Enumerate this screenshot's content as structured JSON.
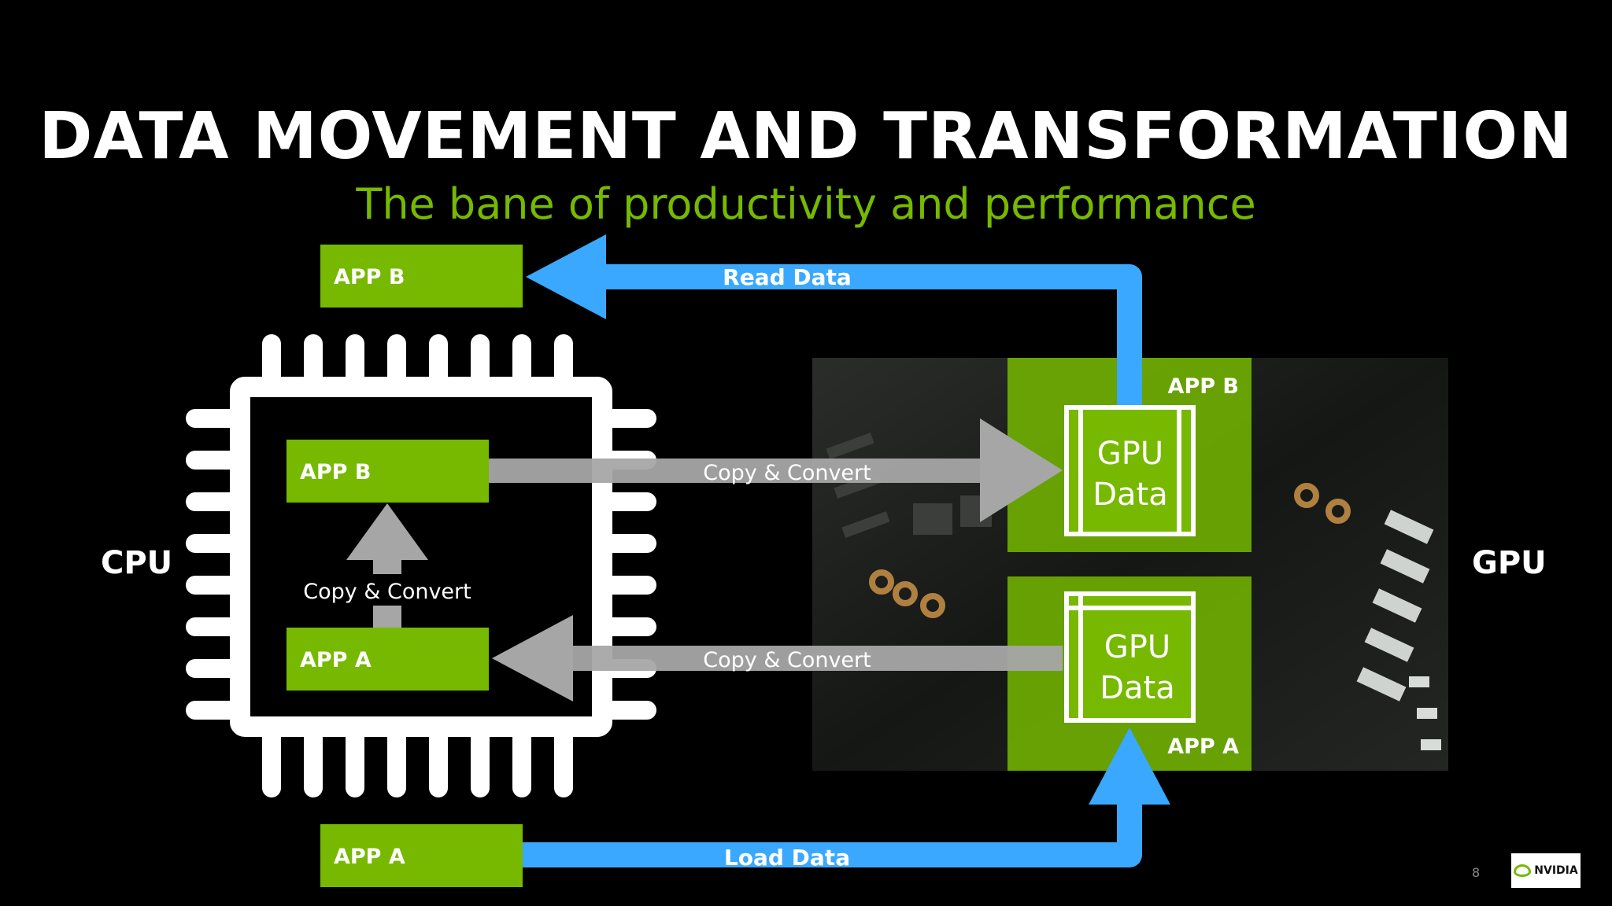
{
  "slide": {
    "title": "DATA MOVEMENT AND TRANSFORMATION",
    "subtitle": "The bane of productivity and performance",
    "page_number": "8"
  },
  "colors": {
    "background": "#000000",
    "nvidia_green": "#76b900",
    "arrow_blue": "#3aa8ff",
    "arrow_gray": "#a6a6a6",
    "chip_white": "#ffffff"
  },
  "labels": {
    "cpu": "CPU",
    "gpu": "GPU"
  },
  "cpu_side": {
    "top_app": "APP B",
    "bottom_app": "APP A",
    "inner_app_b": "APP B",
    "inner_app_a": "APP A",
    "inner_arrow_label": "Copy & Convert"
  },
  "gpu_side": {
    "app_b_label": "APP B",
    "app_a_label": "APP A",
    "gpu_data_top_line1": "GPU",
    "gpu_data_top_line2": "Data",
    "gpu_data_bottom_line1": "GPU",
    "gpu_data_bottom_line2": "Data"
  },
  "arrows": {
    "read_data": "Read Data",
    "load_data": "Load Data",
    "copy_convert_top": "Copy & Convert",
    "copy_convert_bottom": "Copy & Convert"
  },
  "logo": {
    "text": "NVIDIA",
    "icon": "nvidia-eye-icon"
  }
}
